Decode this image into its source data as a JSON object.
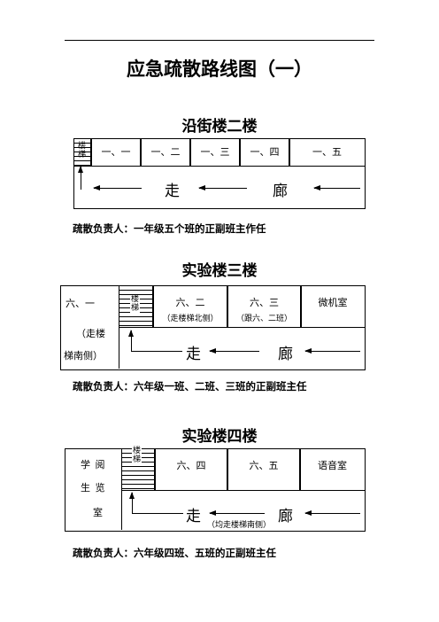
{
  "page_title": "应急疏散路线图（一）",
  "sections": [
    {
      "title": "沿街楼二楼",
      "stair_label": "楼梯",
      "rooms": [
        "一、一",
        "一、二",
        "一、三",
        "一、四",
        "一、五"
      ],
      "corridor": [
        "走",
        "廊"
      ],
      "responsible": "疏散负责人：一年级五个班的正副班主作任"
    },
    {
      "title": "实验楼三楼",
      "stair_label": "楼梯",
      "side_room": "六、一",
      "side_note": [
        "（走楼",
        "梯南侧）"
      ],
      "rooms": [
        {
          "name": "六、二",
          "note": "（走楼梯北侧）"
        },
        {
          "name": "六、三",
          "note": "（跟六、二班）"
        },
        {
          "name": "微机室",
          "note": ""
        }
      ],
      "corridor": [
        "走",
        "廊"
      ],
      "responsible": "疏散负责人：六年级一班、二班、三班的正副班主任"
    },
    {
      "title": "实验楼四楼",
      "stair_label": "楼梯",
      "side_room": [
        "学 阅",
        "生 览",
        "室"
      ],
      "rooms": [
        "六、四",
        "六、五",
        "语音室"
      ],
      "corridor": [
        "走",
        "廊"
      ],
      "corridor_note": "（均走楼梯南侧）",
      "responsible": "疏散负责人：六年级四班、五班的正副班主任"
    }
  ]
}
